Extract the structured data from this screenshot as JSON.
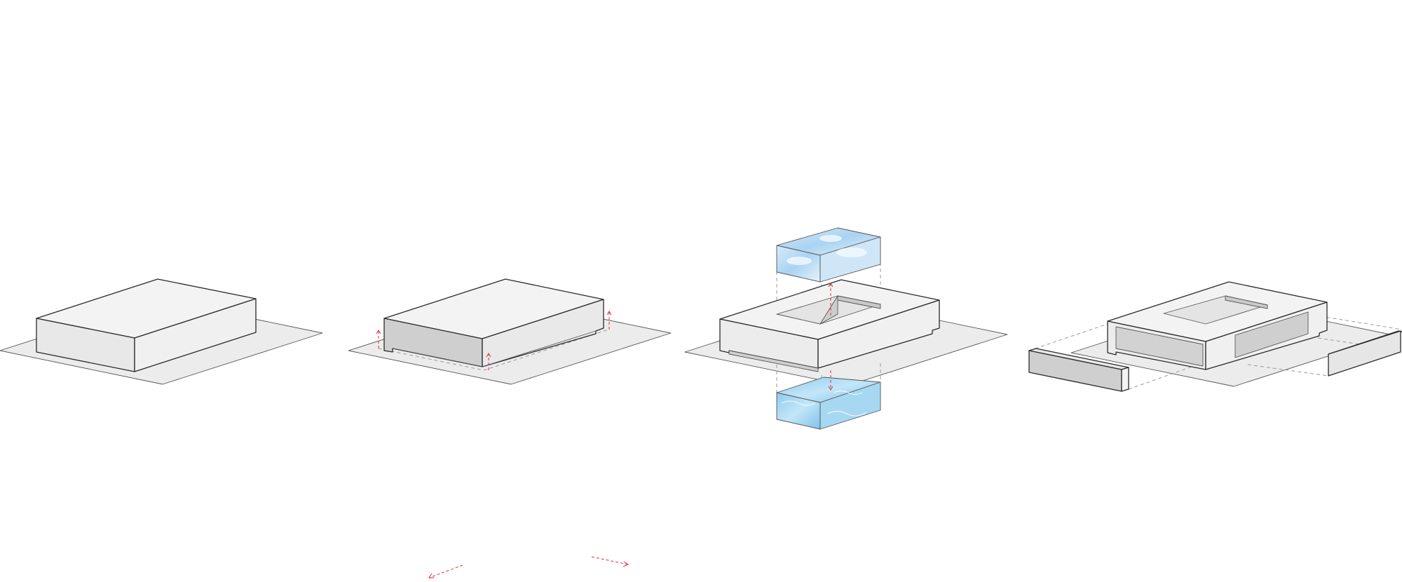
{
  "diagram": {
    "colors": {
      "ground": "#ececec",
      "top": "#f3f3f3",
      "side_light": "#e9e9e9",
      "side_shade": "#cfcfcf",
      "recess": "#c9c9c9",
      "outline": "#2a2a2a",
      "arrow": "#e0303a",
      "sky": "#bcdcf4",
      "water": "#9fd3f0"
    },
    "steps": [
      {
        "name": "base-volume"
      },
      {
        "name": "lifted-volume"
      },
      {
        "name": "courtyard-sky-water"
      },
      {
        "name": "side-blocks-pulled-out"
      }
    ],
    "icons": [
      "arrow-up-icon",
      "arrow-down-icon",
      "arrow-diagonal-icon"
    ]
  }
}
